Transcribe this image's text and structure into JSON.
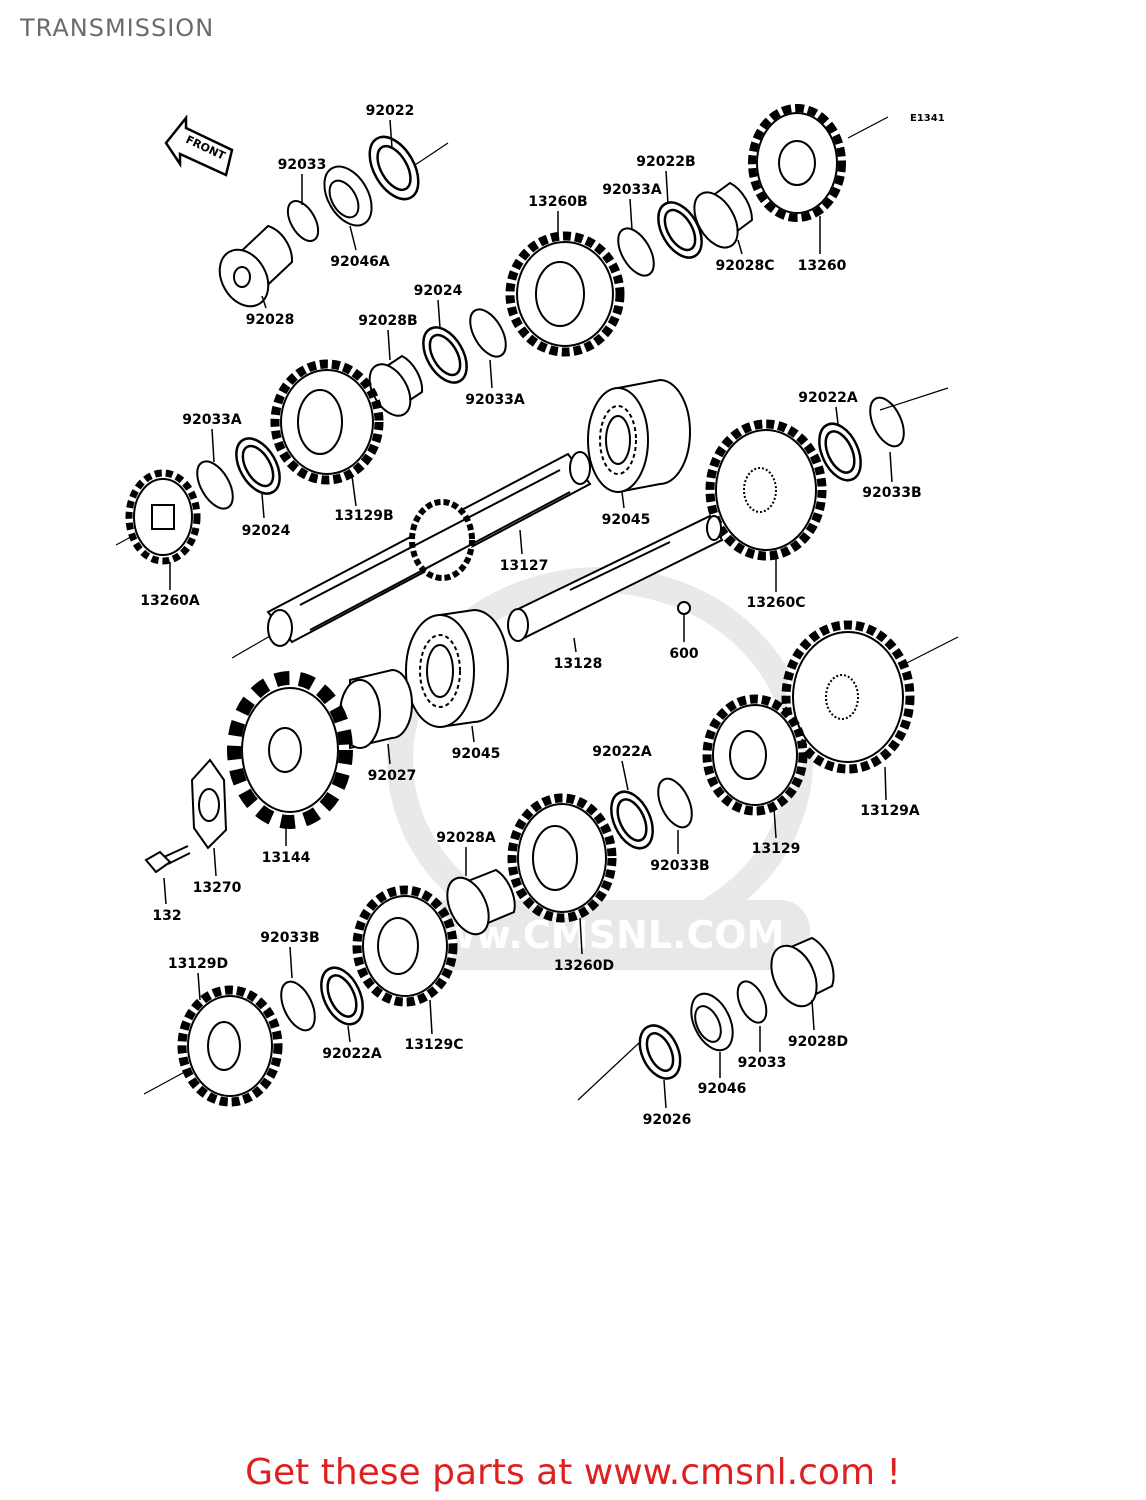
{
  "header": {
    "title": "TRANSMISSION"
  },
  "front_label": "FRONT",
  "code": "E1341",
  "watermark": "www.CMSNL.COM",
  "footer": {
    "text": "Get these parts at www.cmsnl.com !"
  },
  "parts": [
    {
      "id": "p0",
      "label": "92022"
    },
    {
      "id": "p1",
      "label": "92033"
    },
    {
      "id": "p2",
      "label": "92046A"
    },
    {
      "id": "p3",
      "label": "92028"
    },
    {
      "id": "p4",
      "label": "92022B"
    },
    {
      "id": "p5",
      "label": "92033A"
    },
    {
      "id": "p6",
      "label": "13260B"
    },
    {
      "id": "p7",
      "label": "92028C"
    },
    {
      "id": "p8",
      "label": "13260"
    },
    {
      "id": "p9",
      "label": "92024"
    },
    {
      "id": "p10",
      "label": "92028B"
    },
    {
      "id": "p11",
      "label": "92033A"
    },
    {
      "id": "p12",
      "label": "92033A"
    },
    {
      "id": "p13",
      "label": "92024"
    },
    {
      "id": "p14",
      "label": "13129B"
    },
    {
      "id": "p15",
      "label": "13260A"
    },
    {
      "id": "p16",
      "label": "92045"
    },
    {
      "id": "p17",
      "label": "13127"
    },
    {
      "id": "p18",
      "label": "92022A"
    },
    {
      "id": "p19",
      "label": "92033B"
    },
    {
      "id": "p20",
      "label": "13260C"
    },
    {
      "id": "p21",
      "label": "13128"
    },
    {
      "id": "p22",
      "label": "600"
    },
    {
      "id": "p23",
      "label": "92027"
    },
    {
      "id": "p24",
      "label": "92045"
    },
    {
      "id": "p25",
      "label": "13144"
    },
    {
      "id": "p26",
      "label": "13270"
    },
    {
      "id": "p27",
      "label": "132"
    },
    {
      "id": "p28",
      "label": "92022A"
    },
    {
      "id": "p29",
      "label": "92033B"
    },
    {
      "id": "p30",
      "label": "13129"
    },
    {
      "id": "p31",
      "label": "13129A"
    },
    {
      "id": "p32",
      "label": "92028A"
    },
    {
      "id": "p33",
      "label": "13260D"
    },
    {
      "id": "p34",
      "label": "92033B"
    },
    {
      "id": "p35",
      "label": "13129D"
    },
    {
      "id": "p36",
      "label": "92022A"
    },
    {
      "id": "p37",
      "label": "13129C"
    },
    {
      "id": "p38",
      "label": "92028D"
    },
    {
      "id": "p39",
      "label": "92033"
    },
    {
      "id": "p40",
      "label": "92046"
    },
    {
      "id": "p41",
      "label": "92026"
    }
  ]
}
